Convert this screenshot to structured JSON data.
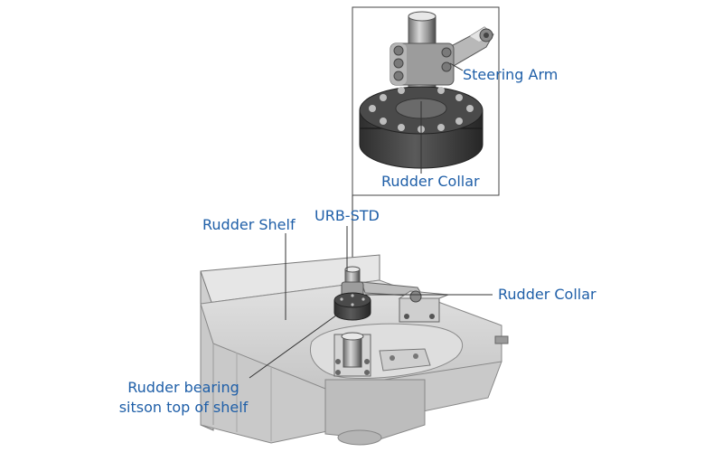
{
  "labels": {
    "steering_arm": "Steering Arm",
    "rudder_collar_inset": "Rudder Collar",
    "urb_std": "URB-STD",
    "rudder_shelf": "Rudder Shelf",
    "rudder_collar_main": "Rudder Collar",
    "rudder_bearing_line1": "Rudder bearing",
    "rudder_bearing_line2": "sitson top of shelf"
  },
  "colors": {
    "label_text": "#1f5fa8",
    "leader_line": "#333333",
    "inset_border": "#444444",
    "metal_dark": "#3a3a3a",
    "metal_mid": "#8a8a8a",
    "metal_light": "#cfcfcf",
    "shelf_light": "#dcdcdc",
    "shelf_mid": "#bdbdbd"
  }
}
